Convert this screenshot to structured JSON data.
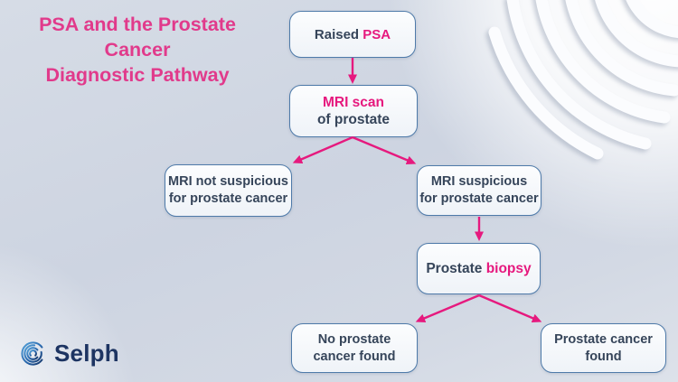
{
  "title": {
    "line1": "PSA and the Prostate Cancer",
    "line2": "Diagnostic Pathway"
  },
  "flowchart": {
    "raised_psa": {
      "plain": "Raised ",
      "accent": "PSA"
    },
    "mri_scan": {
      "accent": "MRI scan",
      "plain": "of prostate"
    },
    "mri_not_suspicious": {
      "line1": "MRI not suspicious",
      "line2": "for prostate cancer"
    },
    "mri_suspicious": {
      "line1": "MRI suspicious",
      "line2": "for prostate cancer"
    },
    "prostate_biopsy": {
      "plain": "Prostate ",
      "accent": "biopsy"
    },
    "no_cancer_found": {
      "line1": "No prostate",
      "line2": "cancer found"
    },
    "cancer_found": {
      "line1": "Prostate cancer",
      "line2": "found"
    }
  },
  "logo": {
    "brand": "Selph",
    "icon": "fingerprint-swirl-icon"
  },
  "colors": {
    "accent_pink": "#e6197e",
    "title_pink": "#e13a8b",
    "text_dark": "#36455a",
    "box_border": "#4e7aa9",
    "logo_navy": "#1d3462"
  }
}
